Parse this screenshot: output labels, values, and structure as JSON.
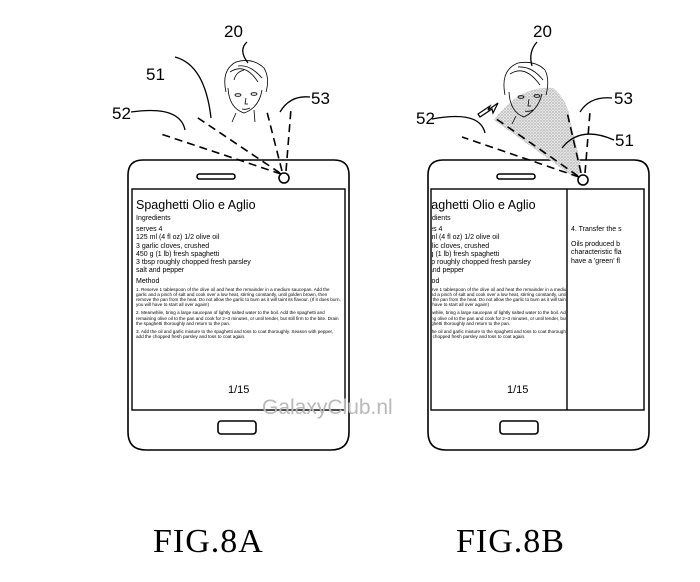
{
  "figures": [
    {
      "caption": "FIG.8A",
      "labels": {
        "user": "20",
        "range_center": "51",
        "range_left": "52",
        "range_right": "53"
      }
    },
    {
      "caption": "FIG.8B",
      "labels": {
        "user": "20",
        "range_center": "51",
        "range_left": "52",
        "range_right": "53"
      }
    }
  ],
  "document": {
    "title": "Spaghetti Olio e Aglio",
    "ingredients_heading": "Ingredients",
    "ingredients": [
      "serves 4",
      "125 ml (4 fl oz) 1/2  olive oil",
      "3 garlic cloves, crushed",
      "450 g (1 lb) fresh spaghetti",
      "3 tbsp roughly chopped fresh parsley",
      "salt and pepper"
    ],
    "method_heading": "Method",
    "steps": [
      "1. Reserve 1 tablespoon of the olive oil and heat the remainder in a medium saucepan. Add the garlic and a pinch of salt and cook over a low heat, stirring constantly, until golden brown, then remove the pan from the heat. Do not allow the garlic to burn as it will taint its flavour. (If it does burn, you will have to start all over again!)",
      "2. Meanwhile, bring a large saucepan of lightly salted water to the boil. Add the spaghetti and remaining olive oil to the pan and cook for 2~3 minutes, or until tender, but still firm to the bite. Drain the spaghetti thoroughly and return to the pan.",
      "3. Add the oil and garlic mixture to the spaghetti and toss to coat thoroughly. Season with pepper, add the chopped fresh parsley and toss to coat again."
    ],
    "page_indicator": "1/15"
  },
  "next_page": {
    "lines": [
      "4. Transfer the s",
      "",
      "Oils produced b",
      "characteristic fla",
      "have a 'green' fl"
    ]
  },
  "watermark": "GalaxyClub.nl"
}
